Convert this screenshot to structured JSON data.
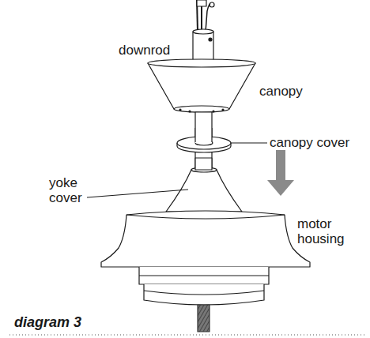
{
  "diagram": {
    "caption": "diagram 3",
    "labels": [
      "downrod",
      "canopy",
      "canopy cover",
      "yoke cover",
      "motor housing"
    ]
  }
}
